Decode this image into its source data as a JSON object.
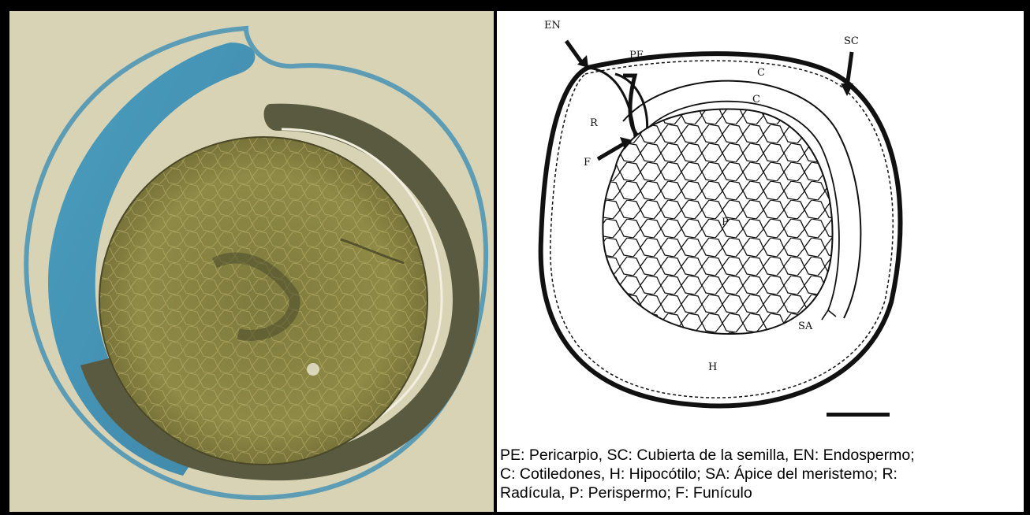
{
  "labels": {
    "en": "EN",
    "pe": "PE",
    "sc": "SC",
    "c1": "C",
    "c2": "C",
    "r": "R",
    "f": "F",
    "p": "P",
    "sa": "SA",
    "h": "H"
  },
  "caption": {
    "line1": "PE: Pericarpio, SC: Cubierta de la semilla, EN: Endospermo;",
    "line2": "C: Cotiledones, H: Hipocótilo; SA: Ápice del meristemo; R:",
    "line3": "Radícula, P: Perispermo; F: Funículo"
  },
  "colors": {
    "frame": "#000000",
    "photo_background": "#d8d3b4",
    "photo_seed_coat": "#3f8fb5",
    "photo_embryo": "#5a5a40",
    "photo_perisperm": "#8f8a45",
    "drawing_ink": "#111111"
  }
}
